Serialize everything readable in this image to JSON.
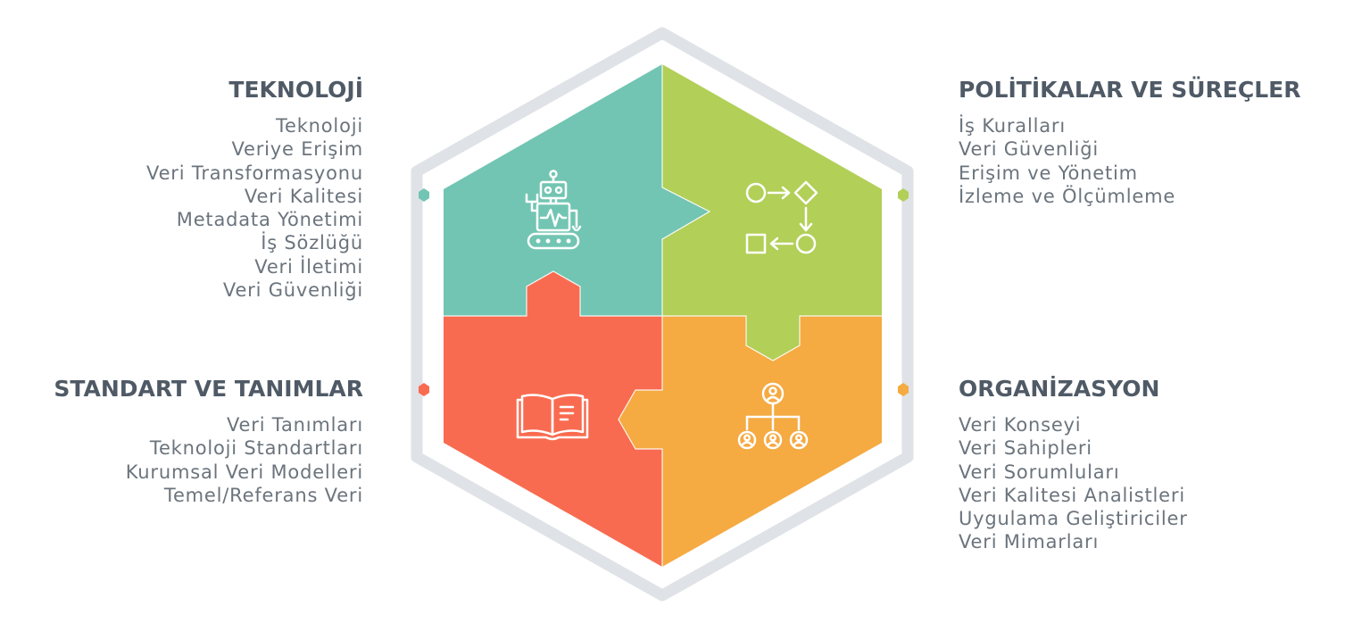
{
  "sections": {
    "technology": {
      "title": "TEKNOLOJİ",
      "color": "#72c5b2",
      "icon": "robot-icon",
      "items": [
        "Teknoloji",
        "Veriye Erişim",
        "Veri Transformasyonu",
        "Veri Kalitesi",
        "Metadata Yönetimi",
        "İş Sözlüğü",
        "Veri İletimi",
        "Veri Güvenliği"
      ]
    },
    "policies": {
      "title": "POLİTİKALAR VE SÜREÇLER",
      "color": "#b2cf58",
      "icon": "process-flow-icon",
      "items": [
        "İş Kuralları",
        "Veri Güvenliği",
        "Erişim ve Yönetim",
        "İzleme ve Ölçümleme"
      ]
    },
    "standards": {
      "title": "STANDART VE TANIMLAR",
      "color": "#f96b50",
      "icon": "open-book-icon",
      "items": [
        "Veri Tanımları",
        "Teknoloji Standartları",
        "Kurumsal Veri Modelleri",
        "Temel/Referans Veri"
      ]
    },
    "organization": {
      "title": "ORGANİZASYON",
      "color": "#f5aa42",
      "icon": "org-chart-icon",
      "items": [
        "Veri Konseyi",
        "Veri Sahipleri",
        "Veri Sorumluları",
        "Veri Kalitesi Analistleri",
        "Uygulama Geliştiriciler",
        "Veri Mimarları"
      ]
    }
  },
  "frame_color": "#dfe2e6"
}
